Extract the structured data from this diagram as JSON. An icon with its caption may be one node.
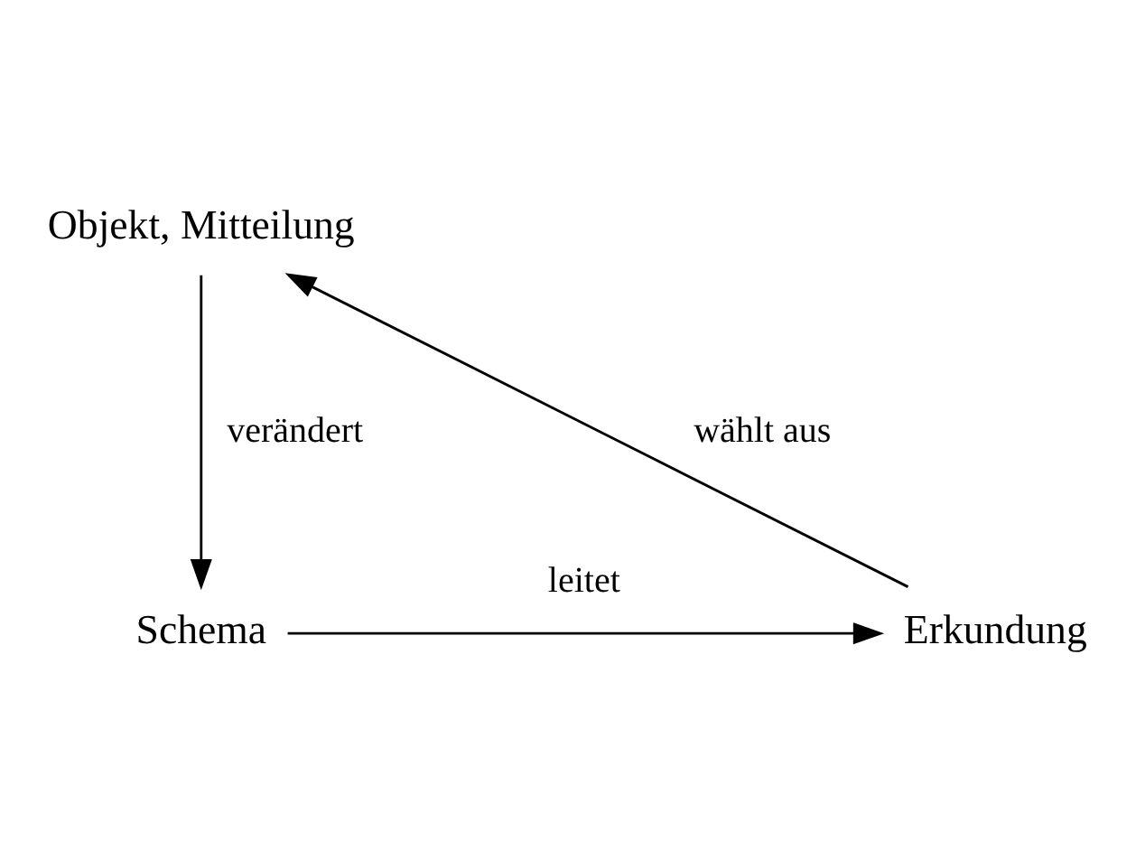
{
  "diagram": {
    "nodes": [
      {
        "text": [
          "Objekt, Mitteilung"
        ]
      },
      {
        "text": [
          "Schema"
        ]
      },
      {
        "text": [
          "Erkundung"
        ]
      }
    ],
    "edges": [
      {
        "from": 0,
        "to": 1,
        "arrow": "to",
        "label": "verändert"
      },
      {
        "from": 1,
        "to": 2,
        "arrow": "to",
        "label": "leitet"
      },
      {
        "from": 2,
        "to": 0,
        "arrow": "to",
        "label": "wählt aus"
      }
    ]
  }
}
